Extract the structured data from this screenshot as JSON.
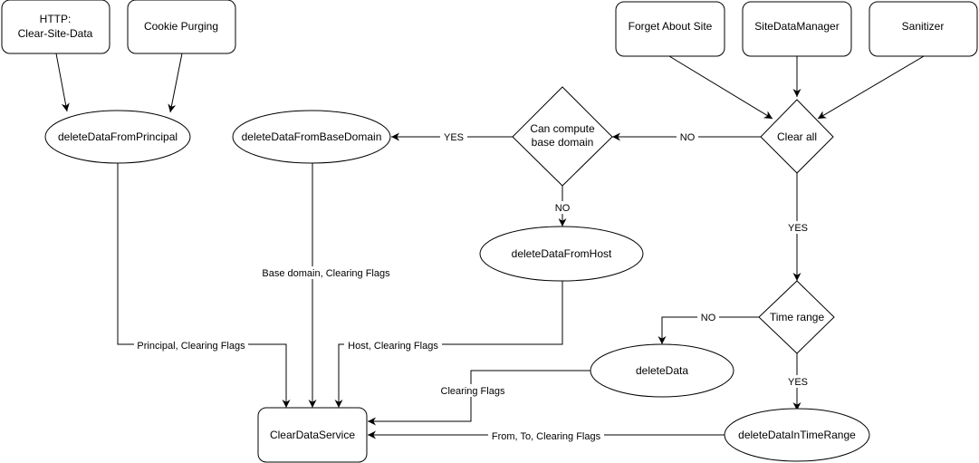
{
  "nodes": {
    "http_clear_site_data": {
      "lines": [
        "HTTP:",
        "Clear-Site-Data"
      ]
    },
    "cookie_purging": {
      "lines": [
        "Cookie Purging"
      ]
    },
    "forget_about_site": {
      "lines": [
        "Forget About Site"
      ]
    },
    "site_data_manager": {
      "lines": [
        "SiteDataManager"
      ]
    },
    "sanitizer": {
      "lines": [
        "Sanitizer"
      ]
    },
    "delete_data_from_principal": {
      "lines": [
        "deleteDataFromPrincipal"
      ]
    },
    "delete_data_from_base_domain": {
      "lines": [
        "deleteDataFromBaseDomain"
      ]
    },
    "can_compute_base_domain": {
      "lines": [
        "Can compute",
        "base domain"
      ]
    },
    "clear_all": {
      "lines": [
        "Clear all"
      ]
    },
    "delete_data_from_host": {
      "lines": [
        "deleteDataFromHost"
      ]
    },
    "time_range": {
      "lines": [
        "Time range"
      ]
    },
    "delete_data": {
      "lines": [
        "deleteData"
      ]
    },
    "delete_data_in_time_range": {
      "lines": [
        "deleteDataInTimeRange"
      ]
    },
    "clear_data_service": {
      "lines": [
        "ClearDataService"
      ]
    }
  },
  "edge_labels": {
    "can_compute_yes": "YES",
    "clear_all_no": "NO",
    "can_compute_no": "NO",
    "clear_all_yes": "YES",
    "time_range_no": "NO",
    "time_range_yes": "YES",
    "base_domain_flags": "Base domain, Clearing Flags",
    "principal_flags": "Principal, Clearing Flags",
    "host_flags": "Host, Clearing Flags",
    "clearing_flags": "Clearing Flags",
    "from_to_flags": "From, To, Clearing Flags"
  }
}
